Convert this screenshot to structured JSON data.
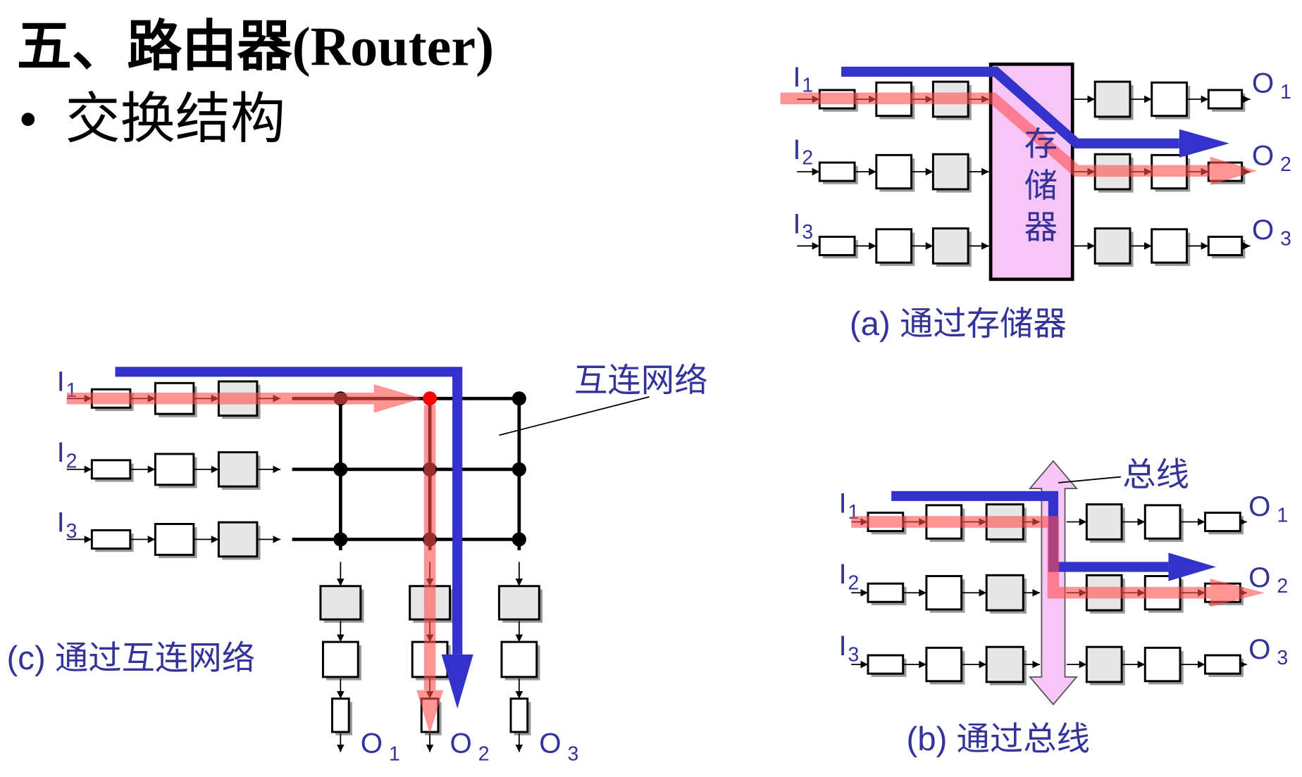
{
  "title": "五、路由器(Router)",
  "bullet": {
    "symbol": "•",
    "text": "交换结构"
  },
  "inputs": [
    {
      "letter": "I",
      "sub": "1"
    },
    {
      "letter": "I",
      "sub": "2"
    },
    {
      "letter": "I",
      "sub": "3"
    }
  ],
  "outputs": [
    {
      "letter": "O",
      "sub": "1"
    },
    {
      "letter": "O",
      "sub": "2"
    },
    {
      "letter": "O",
      "sub": "3"
    }
  ],
  "diagram_a": {
    "caption": "(a) 通过存储器",
    "memory_label": "存储器"
  },
  "diagram_b": {
    "caption": "(b) 通过总线",
    "bus_label": "总线"
  },
  "diagram_c": {
    "caption": "(c) 通过互连网络",
    "network_label": "互连网络"
  },
  "colors": {
    "label": "#33339a",
    "blue_path": "#3333cc",
    "red_path": "#ff4d4d",
    "memory_fill": "#f7c6f7",
    "bus_fill": "#f7c6f7",
    "gray_box": "#e6e6e6",
    "active_node": "#ff0000"
  }
}
